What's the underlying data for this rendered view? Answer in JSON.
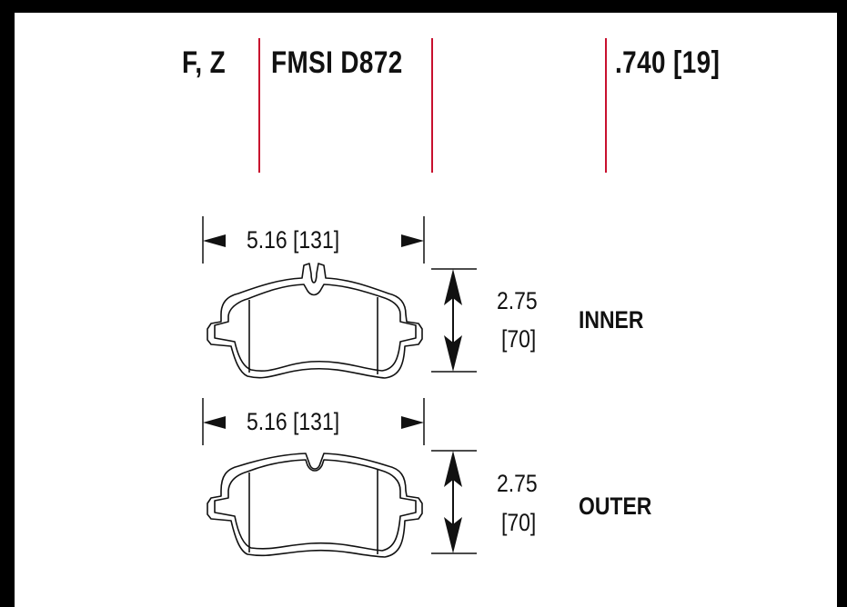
{
  "header": {
    "position_codes": "F, Z",
    "fmsi": "FMSI D872",
    "thickness": ".740 [19]"
  },
  "pads": [
    {
      "label": "INNER",
      "width_dim": "5.16 [131]",
      "height_dim_in": "2.75",
      "height_dim_mm": "[70]"
    },
    {
      "label": "OUTER",
      "width_dim": "5.16 [131]",
      "height_dim_in": "2.75",
      "height_dim_mm": "[70]"
    }
  ],
  "colors": {
    "frame": "#000000",
    "background": "#ffffff",
    "separator": "#c8102e",
    "ink": "#111111"
  }
}
